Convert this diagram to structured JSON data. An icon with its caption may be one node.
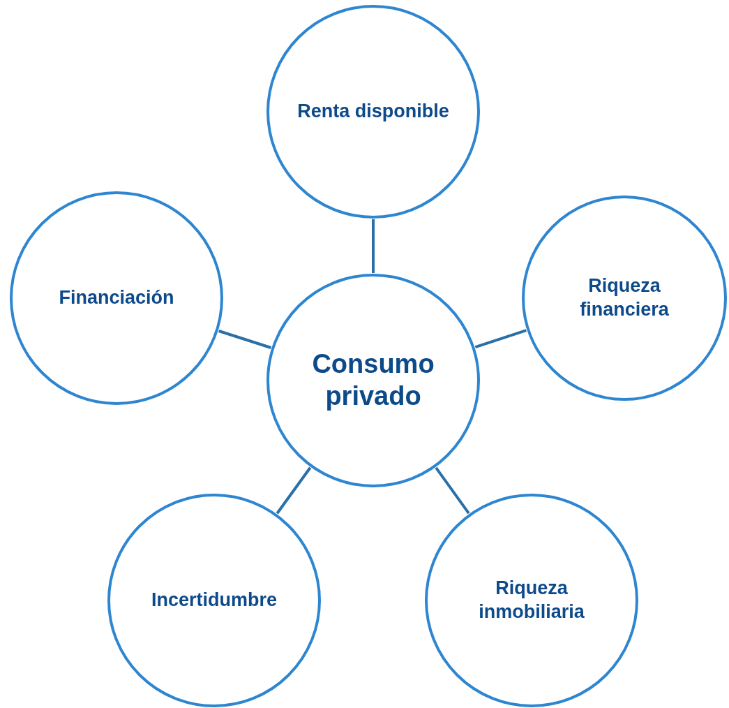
{
  "diagram": {
    "nodes": [
      {
        "text": [
          "Renta disponible"
        ]
      },
      {
        "text": [
          "Financiación"
        ]
      },
      {
        "text": [
          "Riqueza financiera"
        ]
      },
      {
        "text": [
          "Consumo privado"
        ]
      },
      {
        "text": [
          "Incertidumbre"
        ]
      },
      {
        "text": [
          "Riqueza inmobiliaria"
        ]
      }
    ],
    "edges": [
      {
        "from": 3,
        "to": 0,
        "arrow": "none"
      },
      {
        "from": 3,
        "to": 1,
        "arrow": "none"
      },
      {
        "from": 3,
        "to": 2,
        "arrow": "none"
      },
      {
        "from": 3,
        "to": 4,
        "arrow": "none"
      },
      {
        "from": 3,
        "to": 5,
        "arrow": "none"
      }
    ]
  }
}
